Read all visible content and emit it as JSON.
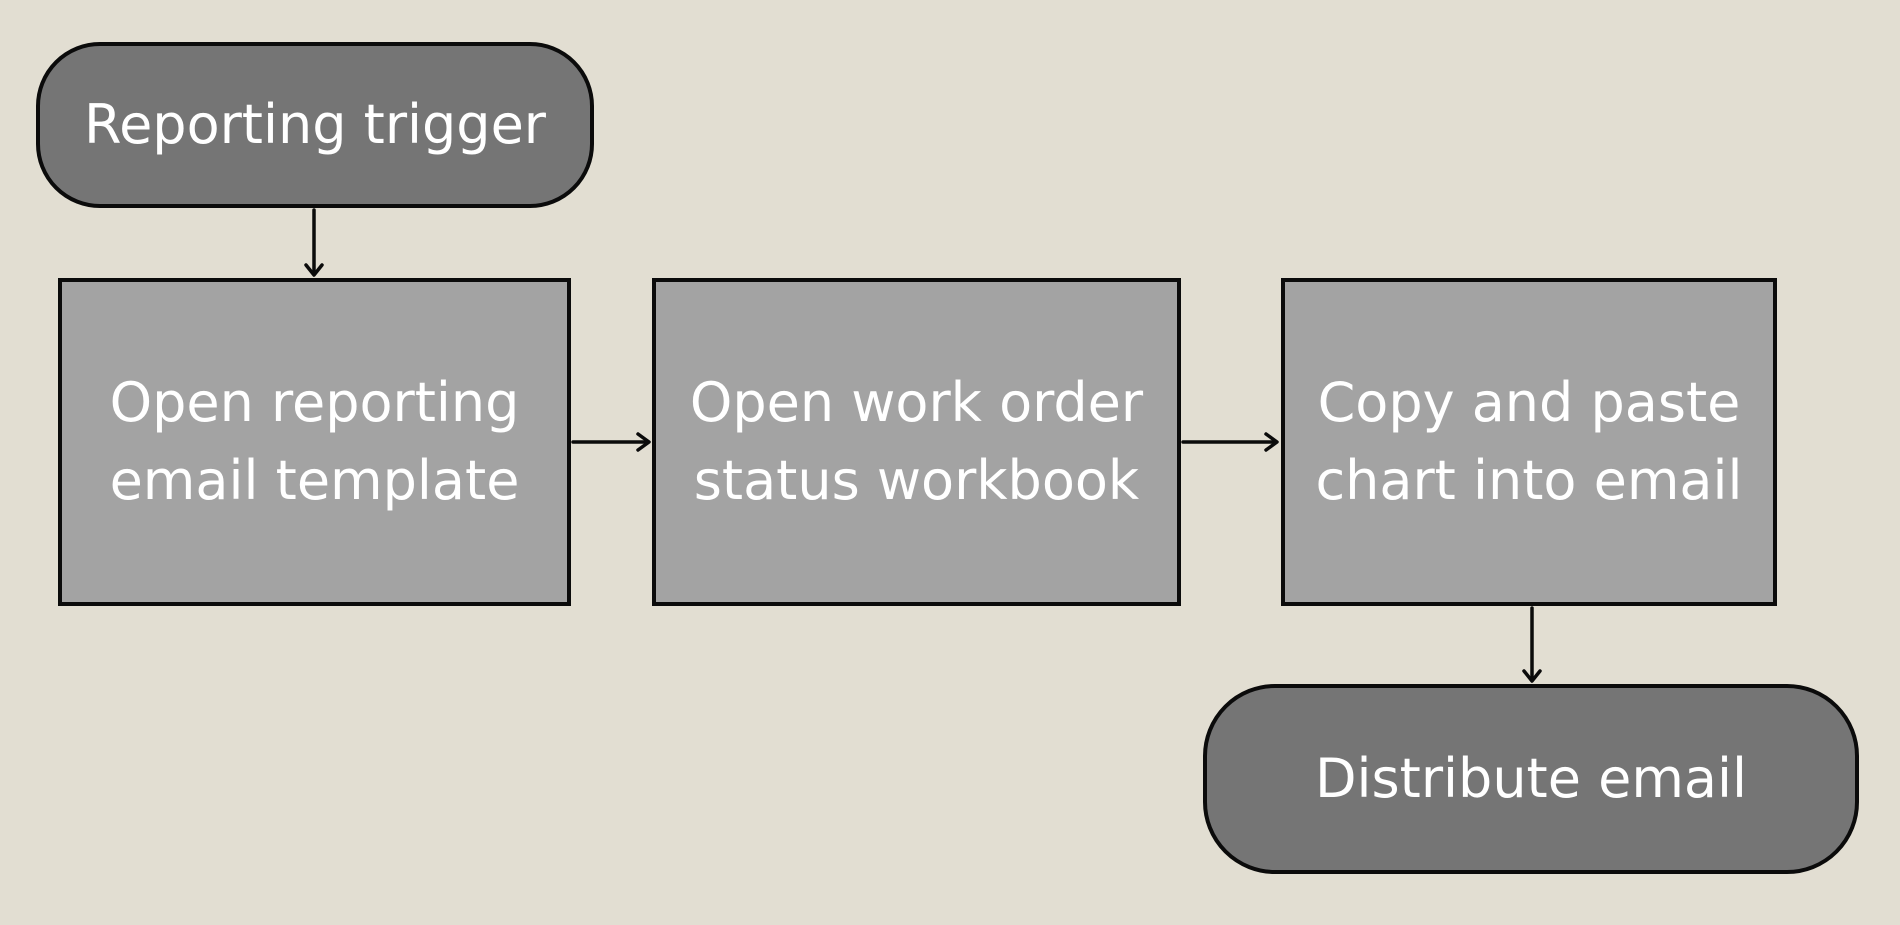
{
  "colors": {
    "background": "#e2ded2",
    "terminal_fill": "#757575",
    "process_fill": "#a3a3a3",
    "border": "#0b0b0b",
    "text": "#ffffff"
  },
  "flowchart": {
    "start": {
      "label": "Reporting trigger"
    },
    "steps": [
      {
        "lines": [
          "Open reporting",
          "email template"
        ]
      },
      {
        "lines": [
          "Open work order",
          "status workbook"
        ]
      },
      {
        "lines": [
          "Copy and paste",
          "chart into email"
        ]
      }
    ],
    "end": {
      "label": "Distribute email"
    }
  }
}
